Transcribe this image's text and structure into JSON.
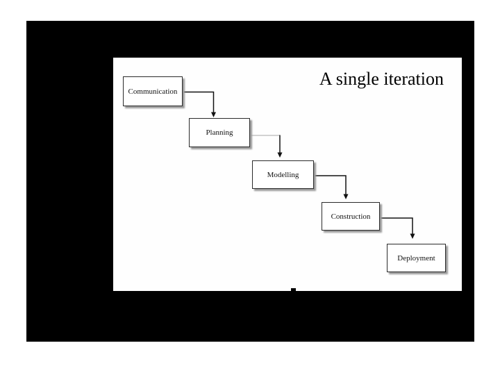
{
  "slide": {
    "title": "A single iteration"
  },
  "diagram": {
    "type": "flowchart",
    "steps": [
      {
        "label": "Communication"
      },
      {
        "label": "Planning"
      },
      {
        "label": "Modelling"
      },
      {
        "label": "Construction"
      },
      {
        "label": "Deployment"
      }
    ],
    "connections": [
      {
        "from": "Communication",
        "to": "Planning"
      },
      {
        "from": "Planning",
        "to": "Modelling"
      },
      {
        "from": "Modelling",
        "to": "Construction"
      },
      {
        "from": "Construction",
        "to": "Deployment"
      }
    ]
  },
  "colors": {
    "page_background": "#ffffff",
    "frame_background": "#000000",
    "slide_background": "#fefefe",
    "node_fill": "#ffffff",
    "node_border": "#2a2a2a",
    "node_shadow": "#9a9a9a",
    "arrow": "#111111",
    "arrow_light_segment": "#c4c4c4",
    "text": "#000000"
  }
}
